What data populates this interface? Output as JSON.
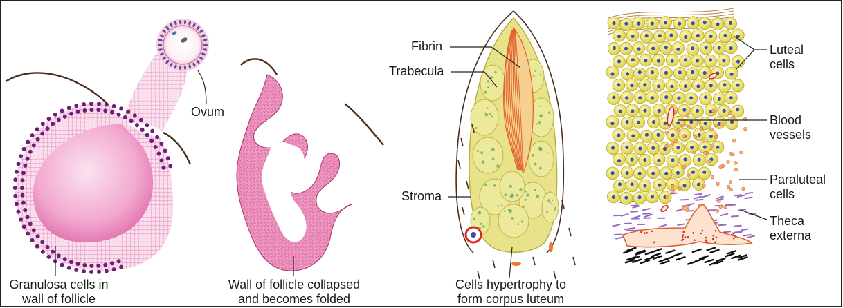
{
  "labels": {
    "ovum": "Ovum",
    "granulosa": [
      "Granulosa cells in",
      "wall of follicle"
    ],
    "collapsed": [
      "Wall of follicle collapsed",
      "and becomes folded"
    ],
    "fibrin": "Fibrin",
    "trabecula": "Trabecula",
    "stroma": "Stroma",
    "hypertrophy": [
      "Cells hypertrophy to",
      "form corpus luteum"
    ],
    "luteal": [
      "Luteal",
      "cells"
    ],
    "blood_vessels": [
      "Blood",
      "vessels"
    ],
    "paraluteal": [
      "Paraluteal",
      "cells"
    ],
    "theca": [
      "Theca",
      "externa"
    ]
  },
  "colors": {
    "follicle_pink": "#f4b6d6",
    "granulosa_purple": "#6b1f7a",
    "corpus_yellow": "#e9e58a",
    "trabecula_green": "#5aa35a",
    "fibrin_orange": "#e0622a",
    "luteal_cell_yellow": "#f2ec6e",
    "nucleus_blue": "#3a4fa8",
    "theca_purple": "#9a6ac2",
    "vessel_red": "#d42a2a"
  }
}
